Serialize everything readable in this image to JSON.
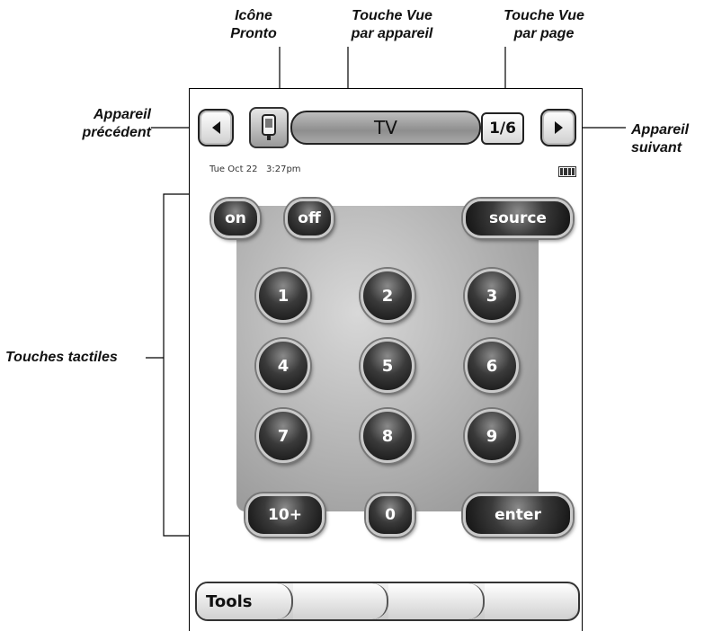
{
  "annotations": {
    "pronto_icon": [
      "Icône",
      "Pronto"
    ],
    "device_view": [
      "Touche Vue",
      "par appareil"
    ],
    "page_view": [
      "Touche Vue",
      "par page"
    ],
    "prev_device": [
      "Appareil",
      "précédent"
    ],
    "next_device": [
      "Appareil",
      "suivant"
    ],
    "touch_buttons": "Touches tactiles"
  },
  "header": {
    "device_name": "TV",
    "page_indicator": "1/6"
  },
  "status": {
    "date_time": "Tue Oct 22   3:27pm"
  },
  "buttons": {
    "on": "on",
    "off": "off",
    "source": "source",
    "digits": [
      "1",
      "2",
      "3",
      "4",
      "5",
      "6",
      "7",
      "8",
      "9"
    ],
    "ten_plus": "10+",
    "zero": "0",
    "enter": "enter"
  },
  "toolbar": {
    "tabs": [
      "Tools",
      "",
      "",
      ""
    ]
  },
  "icons": {
    "prev": "left-arrow-icon",
    "next": "right-arrow-icon",
    "pronto": "pronto-icon",
    "battery": "battery-icon"
  }
}
